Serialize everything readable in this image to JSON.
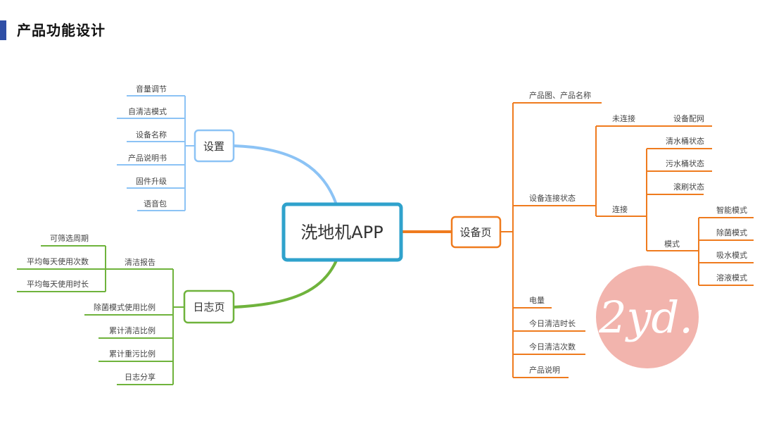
{
  "header": {
    "title": "产品功能设计"
  },
  "colors": {
    "title_accent": "#2f4fa6",
    "root": "#2fa2cc",
    "settings": "#8cc3f5",
    "log": "#6fb33c",
    "device": "#ef7b1e",
    "watermark": "#f2b4ad"
  },
  "mindmap": {
    "root": "洗地机APP",
    "settings": {
      "label": "设置",
      "children": [
        "音量调节",
        "自清洁模式",
        "设备名称",
        "产品说明书",
        "固件升级",
        "语音包"
      ]
    },
    "log": {
      "label": "日志页",
      "report": {
        "label": "清洁报告",
        "children": [
          "可筛选周期",
          "平均每天使用次数",
          "平均每天使用时长"
        ]
      },
      "children": [
        "除菌模式使用比例",
        "累计清洁比例",
        "累计重污比例",
        "日志分享"
      ]
    },
    "device": {
      "label": "设备页",
      "product": "产品图、产品名称",
      "connection": {
        "label": "设备连接状态",
        "disconnected": {
          "label": "未连接",
          "child": "设备配网"
        },
        "connected": {
          "label": "连接",
          "children": [
            "清水桶状态",
            "污水桶状态",
            "滚刷状态"
          ],
          "mode": {
            "label": "模式",
            "children": [
              "智能模式",
              "除菌模式",
              "吸水模式",
              "溶液模式"
            ]
          }
        }
      },
      "children": [
        "电量",
        "今日清洁时长",
        "今日清洁次数",
        "产品说明"
      ]
    }
  },
  "watermark": {
    "text": "2yd."
  }
}
